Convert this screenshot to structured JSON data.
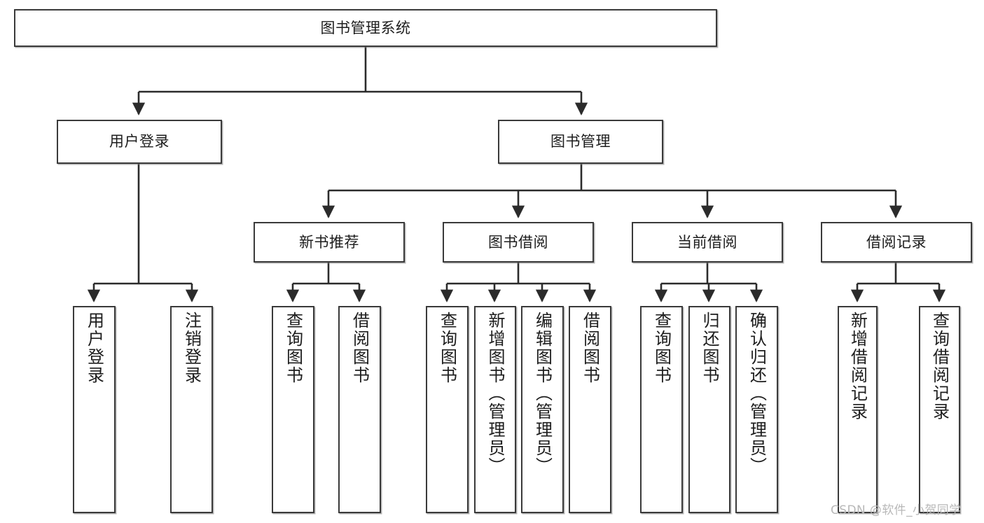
{
  "diagram": {
    "title": "图书管理系统",
    "type": "hierarchy-tree",
    "orientation": "top-down",
    "colors": {
      "box_border": "#3a3a3a",
      "box_fill": "#ffffff",
      "edge": "#2b2b2b",
      "text": "#1d1d1d",
      "watermark": "#b8b8b8"
    },
    "levels": {
      "level1": [
        "图书管理系统"
      ],
      "level2": [
        "用户登录",
        "图书管理"
      ],
      "level3": [
        "新书推荐",
        "图书借阅",
        "当前借阅",
        "借阅记录"
      ],
      "level4": [
        "用户登录",
        "注销登录",
        "查询图书",
        "借阅图书",
        "查询图书",
        "新增图书（管理员）",
        "编辑图书（管理员）",
        "借阅图书",
        "查询图书",
        "归还图书",
        "确认归还（管理员）",
        "新增借阅记录",
        "查询借阅记录"
      ]
    }
  },
  "nodes": {
    "root": {
      "label": "图书管理系统"
    },
    "user_login": {
      "label": "用户登录"
    },
    "book_mgmt": {
      "label": "图书管理"
    },
    "new_book_rec": {
      "label": "新书推荐"
    },
    "book_borrow": {
      "label": "图书借阅"
    },
    "current_borrow": {
      "label": "当前借阅"
    },
    "borrow_record": {
      "label": "借阅记录"
    },
    "leaf_user_login": {
      "label": "用户登录"
    },
    "leaf_logout": {
      "label": "注销登录"
    },
    "leaf_query_book_1": {
      "label": "查询图书"
    },
    "leaf_borrow_book_1": {
      "label": "借阅图书"
    },
    "leaf_query_book_2": {
      "label": "查询图书"
    },
    "leaf_add_book": {
      "label": "新增图书（管理员）"
    },
    "leaf_edit_book": {
      "label": "编辑图书（管理员）"
    },
    "leaf_borrow_book_2": {
      "label": "借阅图书"
    },
    "leaf_query_book_3": {
      "label": "查询图书"
    },
    "leaf_return_book": {
      "label": "归还图书"
    },
    "leaf_confirm_return": {
      "label": "确认归还（管理员）"
    },
    "leaf_add_record": {
      "label": "新增借阅记录"
    },
    "leaf_query_record": {
      "label": "查询借阅记录"
    }
  },
  "watermark": {
    "text": "CSDN @软件_小贺同学"
  }
}
